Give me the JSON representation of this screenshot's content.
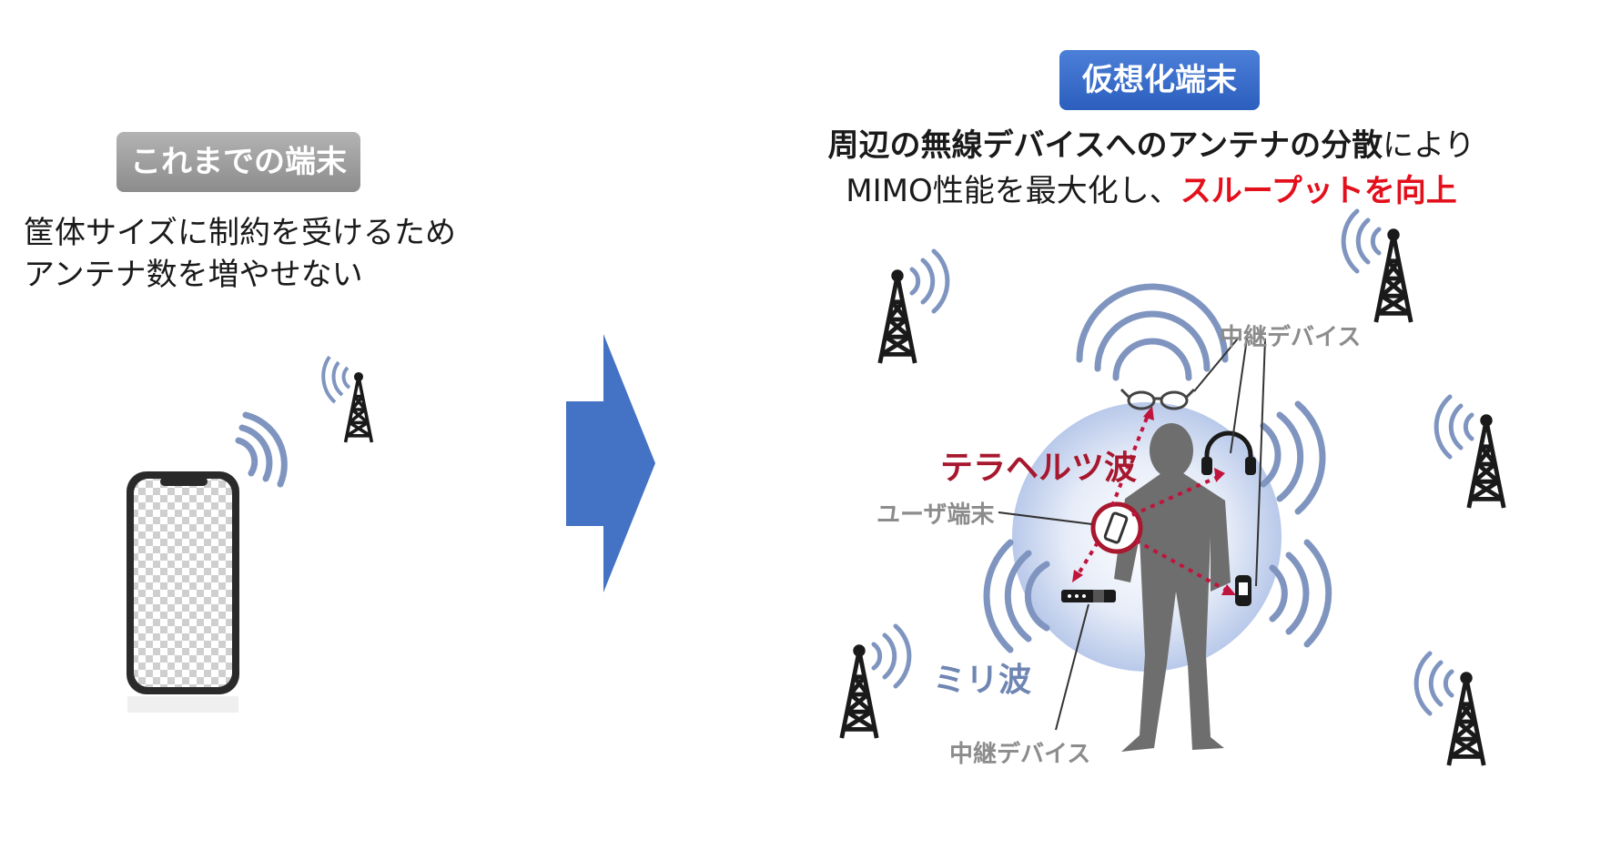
{
  "left_panel": {
    "badge": "これまでの端末",
    "description_line1": "筐体サイズに制約を受けるため",
    "description_line2": "アンテナ数を増やせない"
  },
  "right_panel": {
    "badge": "仮想化端末",
    "headline_bold": "周辺の無線デバイスへのアンテナの分散",
    "headline_suffix": "により",
    "headline_line2_prefix": "MIMO性能を最大化し、",
    "headline_line2_highlight": "スループットを向上"
  },
  "labels": {
    "terahertz": "テラヘルツ波",
    "millimeter": "ミリ波",
    "relay_top": "中継デバイス",
    "user_terminal": "ユーザ端末",
    "relay_bottom": "中継デバイス"
  },
  "colors": {
    "arrow_blue": "#4472c4",
    "badge_blue": "#2c5fbe",
    "badge_gray": "#9a9a9a",
    "dotted_red": "#c0143c",
    "wave_blue": "#7f95c0",
    "silhouette": "#6e6e6e"
  },
  "icons": [
    "smartphone-icon",
    "cell-tower-icon",
    "signal-waves-icon",
    "right-arrow-icon",
    "glasses-icon",
    "headphones-icon",
    "belt-icon",
    "watch-icon",
    "person-silhouette-icon"
  ]
}
